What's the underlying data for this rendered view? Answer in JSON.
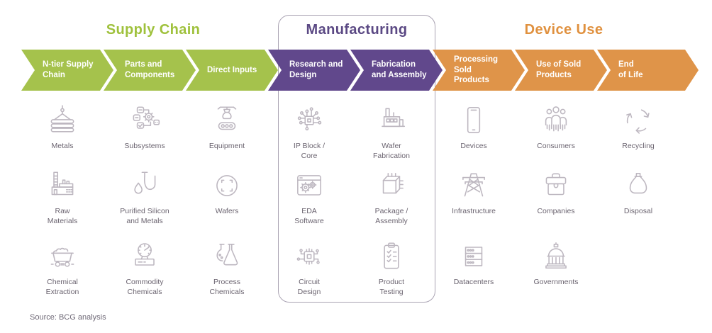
{
  "headers": [
    {
      "label": "Supply Chain",
      "color": "#9fc13c"
    },
    {
      "label": "Manufacturing",
      "color": "#5b4984"
    },
    {
      "label": "Device Use",
      "color": "#e0913f"
    }
  ],
  "colors": {
    "supply_chain_green": "#a5c24c",
    "manufacturing_purple": "#61488c",
    "device_use_orange": "#df9449",
    "icon_gray": "#bdb7c0",
    "label_gray": "#6b6470"
  },
  "chevrons": [
    {
      "label": "N-tier Supply\nChain"
    },
    {
      "label": "Parts and\nComponents"
    },
    {
      "label": "Direct Inputs"
    },
    {
      "label": "Research and\nDesign"
    },
    {
      "label": "Fabrication\nand Assembly"
    },
    {
      "label": "Processing\nSold\nProducts"
    },
    {
      "label": "Use of Sold\nProducts"
    },
    {
      "label": "End\nof Life"
    }
  ],
  "cells": [
    {
      "label": "Metals"
    },
    {
      "label": "Subsystems"
    },
    {
      "label": "Equipment"
    },
    {
      "label": "IP Block /\nCore"
    },
    {
      "label": "Wafer\nFabrication"
    },
    {
      "label": "Devices"
    },
    {
      "label": "Consumers"
    },
    {
      "label": "Recycling"
    },
    {
      "label": "Raw\nMaterials"
    },
    {
      "label": "Purified Silicon\nand Metals"
    },
    {
      "label": "Wafers"
    },
    {
      "label": "EDA\nSoftware"
    },
    {
      "label": "Package /\nAssembly"
    },
    {
      "label": "Infrastructure"
    },
    {
      "label": "Companies"
    },
    {
      "label": "Disposal"
    },
    {
      "label": "Chemical\nExtraction"
    },
    {
      "label": "Commodity\nChemicals"
    },
    {
      "label": "Process\nChemicals"
    },
    {
      "label": "Circuit\nDesign"
    },
    {
      "label": "Product\nTesting"
    },
    {
      "label": "Datacenters"
    },
    {
      "label": "Governments"
    }
  ],
  "source_note": "Source: BCG analysis"
}
